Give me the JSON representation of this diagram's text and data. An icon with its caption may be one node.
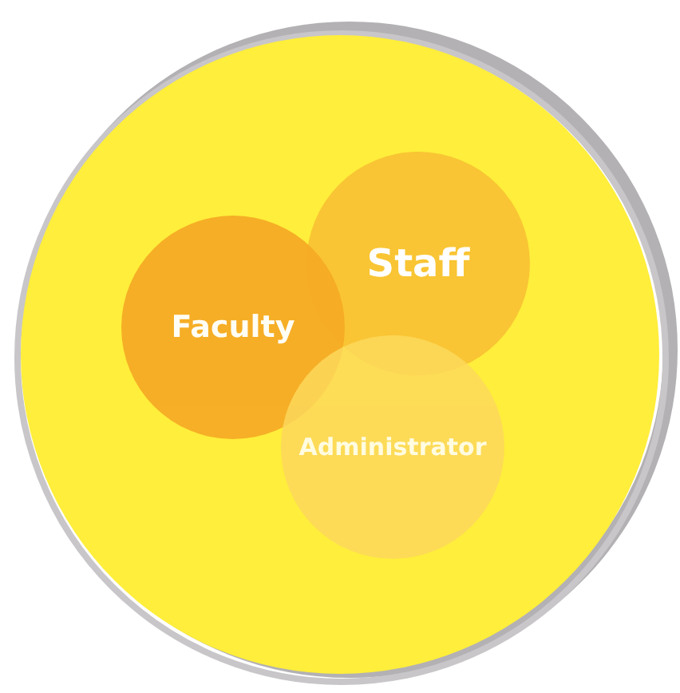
{
  "diagram": {
    "nodes": [
      {
        "text": [],
        "shape": "circle"
      },
      {
        "text": [
          "Staff"
        ],
        "in": 0
      },
      {
        "text": [
          "Faculty"
        ],
        "in": 0
      },
      {
        "text": [
          "Administrator"
        ],
        "in": 0
      }
    ]
  }
}
